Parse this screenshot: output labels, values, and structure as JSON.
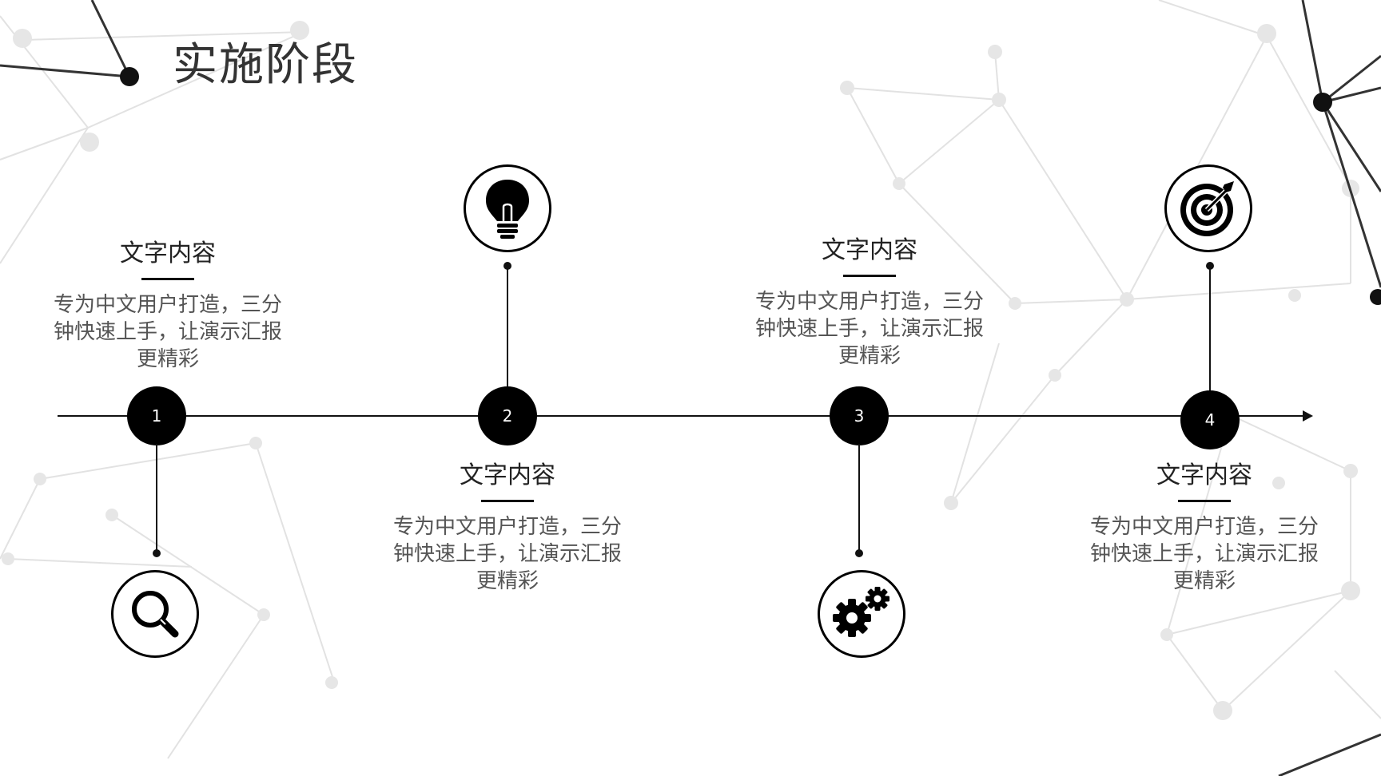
{
  "slide": {
    "title": "实施阶段"
  },
  "timeline": {
    "milestones": [
      {
        "number": "1",
        "icon": "magnifier-icon",
        "icon_position": "below",
        "text_position": "above",
        "heading": "文字内容",
        "description": "专为中文用户打造，三分钟快速上手，让演示汇报更精彩"
      },
      {
        "number": "2",
        "icon": "lightbulb-icon",
        "icon_position": "above",
        "text_position": "below",
        "heading": "文字内容",
        "description": "专为中文用户打造，三分钟快速上手，让演示汇报更精彩"
      },
      {
        "number": "3",
        "icon": "gears-icon",
        "icon_position": "below",
        "text_position": "above",
        "heading": "文字内容",
        "description": "专为中文用户打造，三分钟快速上手，让演示汇报更精彩"
      },
      {
        "number": "4",
        "icon": "target-icon",
        "icon_position": "above",
        "text_position": "below",
        "heading": "文字内容",
        "description": "专为中文用户打造，三分钟快速上手，让演示汇报更精彩"
      }
    ]
  },
  "colors": {
    "primary": "#000000",
    "background": "#ffffff",
    "network_lines": "#d9d9d9",
    "description_text": "#555555"
  }
}
